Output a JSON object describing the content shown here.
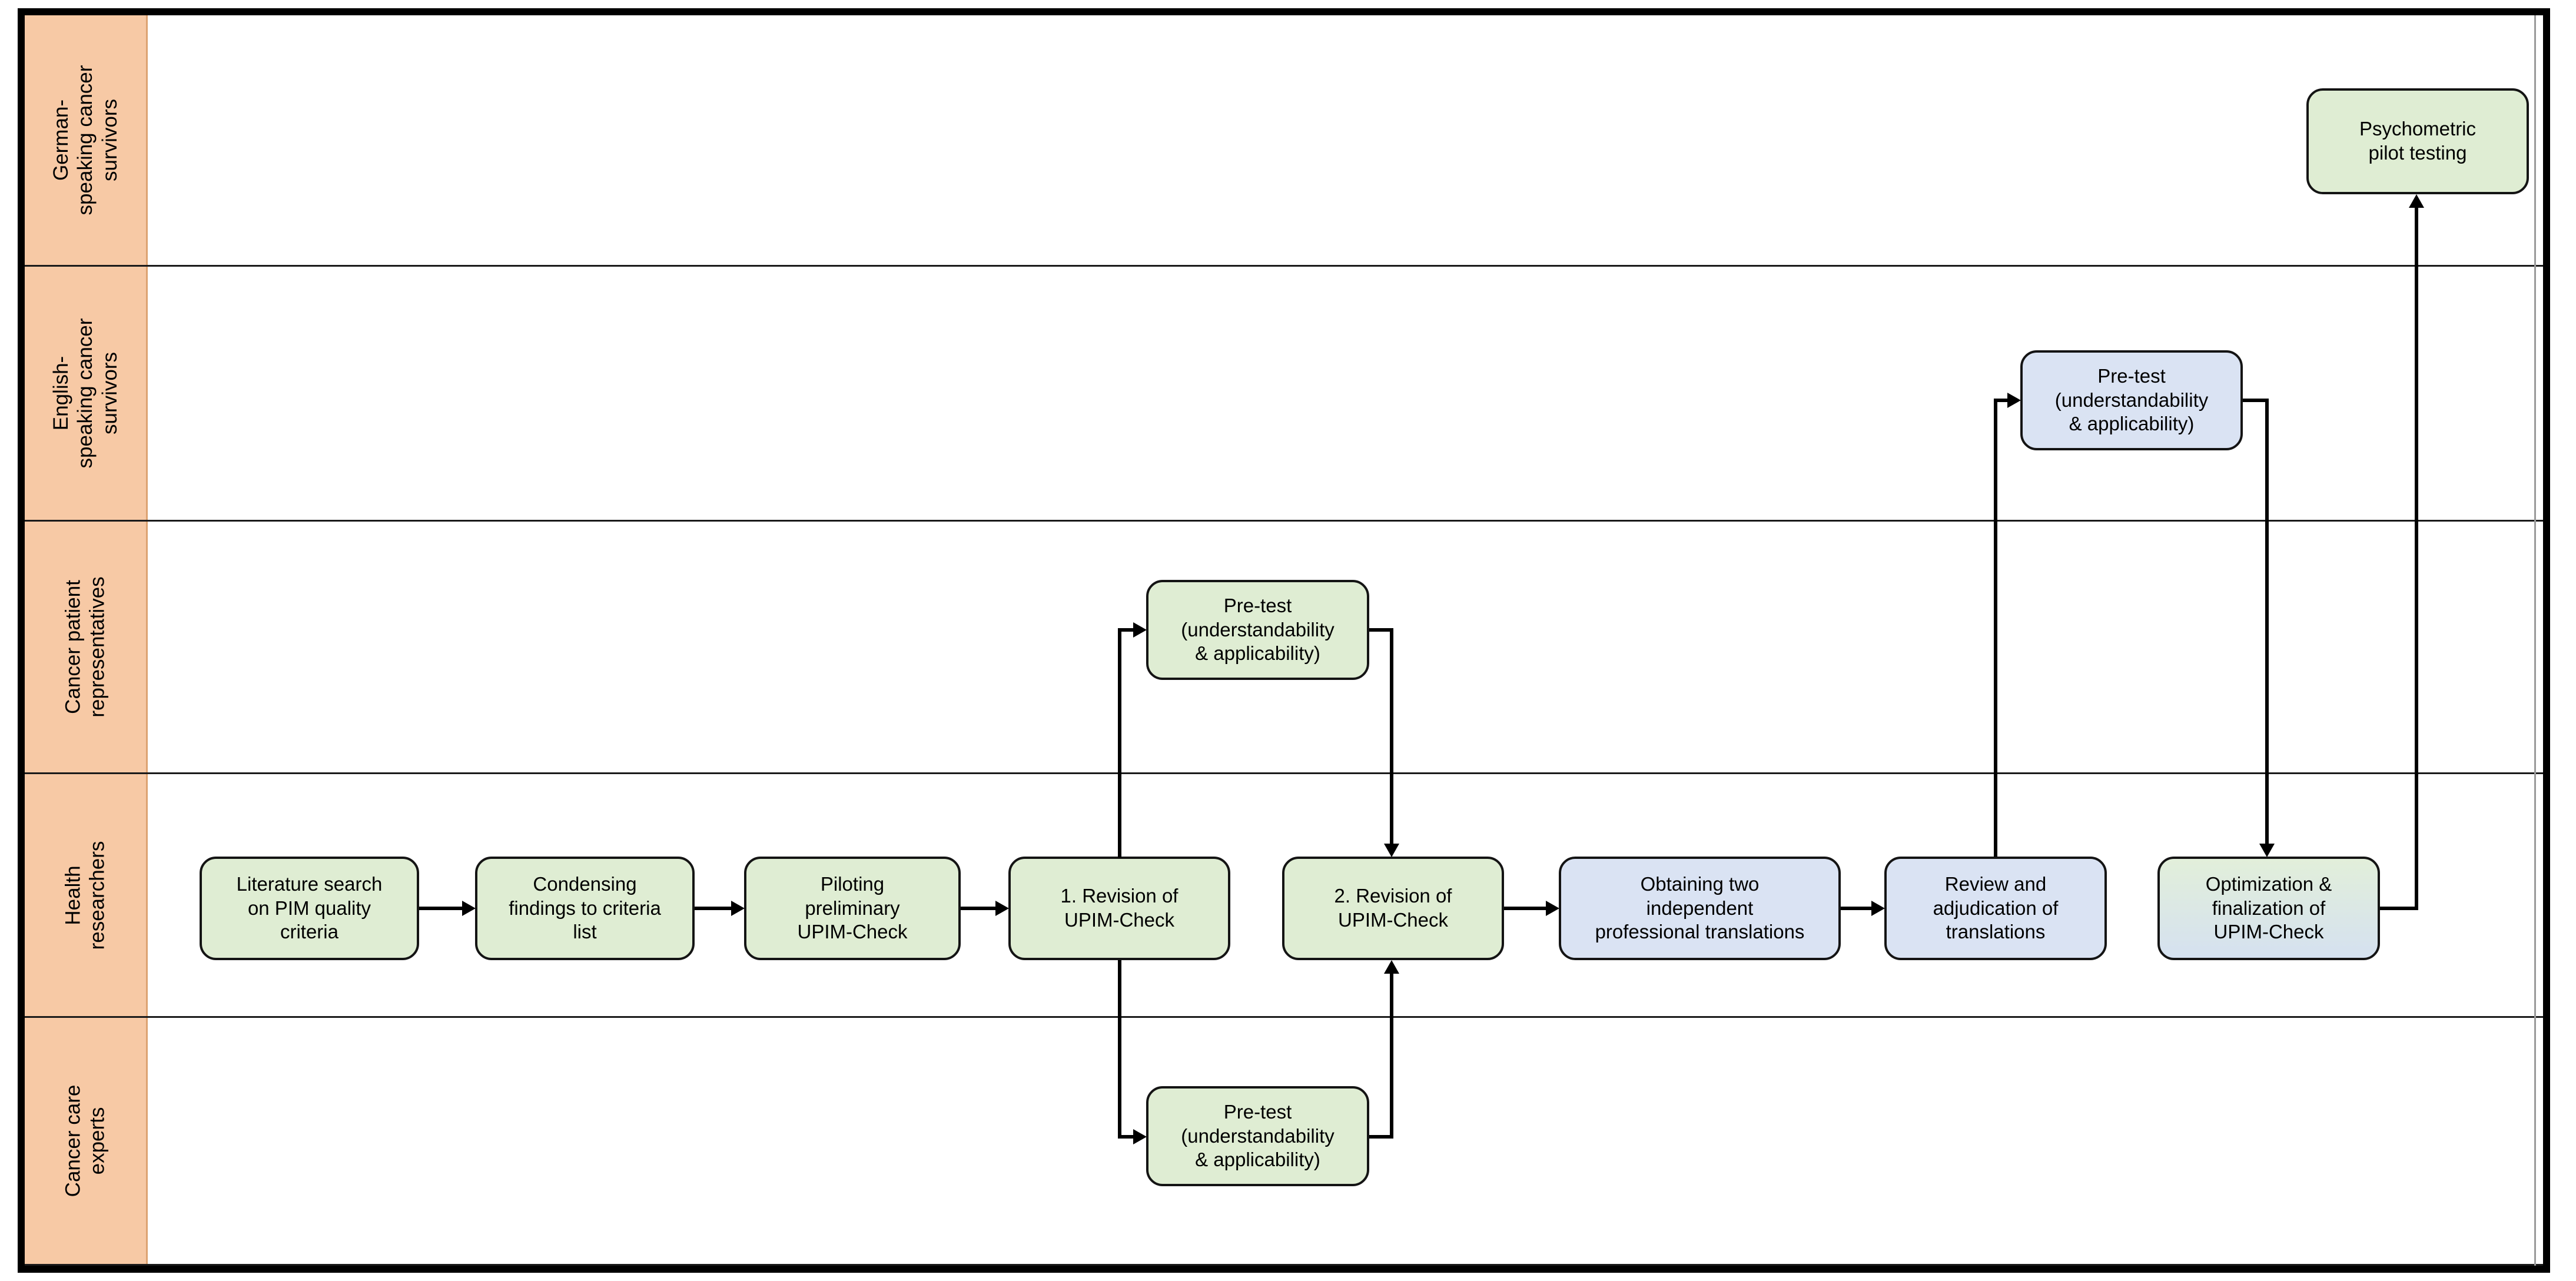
{
  "lanes": [
    {
      "id": "german-speaking-cancer-survivors",
      "label": "German-\nspeaking cancer\nsurvivors"
    },
    {
      "id": "english-speaking-cancer-survivors",
      "label": "English-\nspeaking cancer\nsurvivors"
    },
    {
      "id": "cancer-patient-representatives",
      "label": "Cancer patient\nrepresentatives"
    },
    {
      "id": "health-researchers",
      "label": "Health\nresearchers"
    },
    {
      "id": "cancer-care-experts",
      "label": "Cancer care\nexperts"
    }
  ],
  "nodes": {
    "literature_search": {
      "label": "Literature search\non PIM quality\ncriteria",
      "lane": "Health researchers",
      "fill": "green"
    },
    "condensing_findings": {
      "label": "Condensing\nfindings to criteria\nlist",
      "lane": "Health researchers",
      "fill": "green"
    },
    "piloting_preliminary": {
      "label": "Piloting\npreliminary\nUPIM-Check",
      "lane": "Health researchers",
      "fill": "green"
    },
    "revision_1": {
      "label": "1. Revision of\nUPIM-Check",
      "lane": "Health researchers",
      "fill": "green"
    },
    "revision_2": {
      "label": "2. Revision of\nUPIM-Check",
      "lane": "Health researchers",
      "fill": "green"
    },
    "obtaining_translations": {
      "label": "Obtaining two\nindependent\nprofessional translations",
      "lane": "Health researchers",
      "fill": "blue"
    },
    "review_adjudication": {
      "label": "Review and\nadjudication of\ntranslations",
      "lane": "Health researchers",
      "fill": "blue"
    },
    "optimization_finalization": {
      "label": "Optimization &\nfinalization of\nUPIM-Check",
      "lane": "Health researchers",
      "fill": "green-to-blue-gradient"
    },
    "pretest_representatives": {
      "label": "Pre-test\n(understandability\n& applicability)",
      "lane": "Cancer patient representatives",
      "fill": "green"
    },
    "pretest_experts": {
      "label": "Pre-test\n(understandability\n& applicability)",
      "lane": "Cancer care experts",
      "fill": "green"
    },
    "pretest_english": {
      "label": "Pre-test\n(understandability\n& applicability)",
      "lane": "English-speaking cancer survivors",
      "fill": "blue"
    },
    "psychometric_pilot": {
      "label": "Psychometric\npilot testing",
      "lane": "German-speaking cancer survivors",
      "fill": "green"
    }
  },
  "edges": [
    {
      "from": "literature_search",
      "to": "condensing_findings"
    },
    {
      "from": "condensing_findings",
      "to": "piloting_preliminary"
    },
    {
      "from": "piloting_preliminary",
      "to": "revision_1"
    },
    {
      "from": "revision_1",
      "to": "pretest_representatives"
    },
    {
      "from": "pretest_representatives",
      "to": "revision_2"
    },
    {
      "from": "revision_1",
      "to": "pretest_experts"
    },
    {
      "from": "pretest_experts",
      "to": "revision_2"
    },
    {
      "from": "revision_2",
      "to": "obtaining_translations"
    },
    {
      "from": "obtaining_translations",
      "to": "review_adjudication"
    },
    {
      "from": "review_adjudication",
      "to": "pretest_english"
    },
    {
      "from": "pretest_english",
      "to": "optimization_finalization"
    },
    {
      "from": "optimization_finalization",
      "to": "psychometric_pilot"
    }
  ],
  "colors": {
    "lane_label_bg": "#F7C9A5",
    "green_fill": "#DFEDD3",
    "blue_fill": "#DAE3F3",
    "gradient_top": "#E2EFDA",
    "gradient_bottom": "#D5E1F0",
    "line": "#000000",
    "frame_border": "#000000"
  }
}
